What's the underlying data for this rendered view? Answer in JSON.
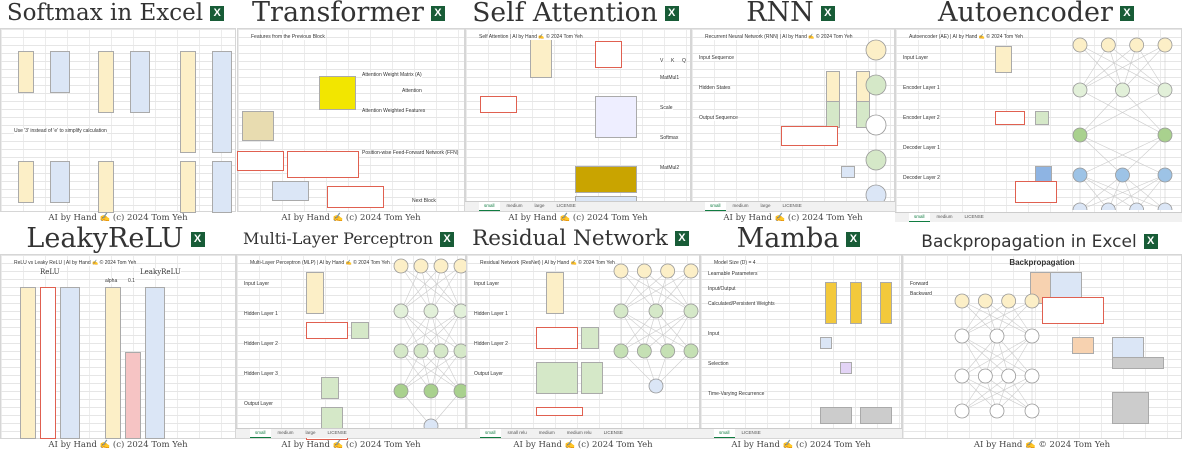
{
  "tiles": [
    {
      "title": "Softmax in Excel",
      "caption": "AI by Hand ✍ (c) 2024 Tom Yeh",
      "header": "Use '3' instead of 'e' to simplify calculation",
      "tabs": []
    },
    {
      "title": "Transformer",
      "caption": "AI by Hand ✍ (c) 2024 Tom Yeh",
      "header": "Features from the Previous Block",
      "labels": [
        "Attention Weight Matrix (A)",
        "Attention",
        "Attention Weighted Features",
        "Position-wise Feed-Forward Network (FFN)",
        "Next Block"
      ],
      "tabs": []
    },
    {
      "title": "Self Attention",
      "caption": "AI by Hand ✍ (c) 2024 Tom Yeh",
      "header": "Self Attention | AI by Hand ✍ © 2024 Tom Yeh",
      "labels": [
        "V",
        "K",
        "Q",
        "MatMul1",
        "Scale",
        "Softmax",
        "MatMul2"
      ],
      "tabs": [
        "small",
        "medium",
        "large",
        "LICENSE"
      ]
    },
    {
      "title": "RNN",
      "caption": "AI by Hand ✍ (c) 2024 Tom Yeh",
      "header": "Recurrent Neural Network (RNN) | AI by Hand ✍ © 2024 Tom Yeh",
      "labels": [
        "Input Sequence",
        "Hidden States",
        "Output Sequence"
      ],
      "tabs": [
        "small",
        "medium",
        "large",
        "LICENSE"
      ]
    },
    {
      "title": "Autoencoder",
      "caption": "",
      "header": "Autoencoder (AE) | AI by Hand ✍ © 2024 Tom Yeh",
      "labels": [
        "Input Layer",
        "Encoder Layer 1",
        "Encoder Layer 2",
        "Decoder Layer 1",
        "Decoder Layer 2"
      ],
      "tabs": [
        "small",
        "medium",
        "LICENSE"
      ]
    },
    {
      "title": "LeakyReLU",
      "caption": "AI by Hand ✍ (c) 2024 Tom Yeh",
      "header": "ReLU vs Leaky ReLU | AI by Hand ✍ © 2024 Tom Yeh",
      "labels": [
        "ReLU",
        "LeakyReLU",
        "alpha",
        "0.1"
      ],
      "tabs": []
    },
    {
      "title": "Multi-Layer Perceptron",
      "caption": "AI by Hand ✍ (c) 2024 Tom Yeh",
      "header": "Multi-Layer Perceptron (MLP) | AI by Hand ✍ © 2024 Tom Yeh",
      "labels": [
        "Input Layer",
        "Hidden Layer 1",
        "Hidden Layer 2",
        "Hidden Layer 3",
        "Output Layer"
      ],
      "tabs": [
        "small",
        "medium",
        "large",
        "LICENSE"
      ]
    },
    {
      "title": "Residual Network",
      "caption": "AI by Hand ✍ (c) 2024 Tom Yeh",
      "header": "Residual Network (ResNet) | AI by Hand ✍ © 2024 Tom Yeh",
      "labels": [
        "Input Layer",
        "Hidden Layer 1",
        "Hidden Layer 2",
        "Output Layer"
      ],
      "tabs": [
        "small",
        "small relu",
        "medium",
        "medium relu",
        "LICENSE"
      ]
    },
    {
      "title": "Mamba",
      "caption": "AI by Hand ✍ (c) 2024 Tom Yeh",
      "header": "Model Size (D) = 4",
      "labels": [
        "Learnable Parameters",
        "Input/Output",
        "Calculated/Persistent Weights",
        "Input",
        "Selection",
        "Time-Varying Recurrence"
      ],
      "tabs": [
        "small",
        "LICENSE"
      ]
    },
    {
      "title": "Backpropagation in Excel",
      "caption": "AI by Hand ✍ © 2024 Tom Yeh",
      "header": "Backpropagation",
      "labels": [
        "Forward",
        "Backward"
      ],
      "tabs": []
    }
  ],
  "colors": {
    "yellow": "#fcefc7",
    "blue": "#dbe6f6",
    "green": "#d5e8c8",
    "red": "#e06050",
    "excel": "#107c41"
  }
}
